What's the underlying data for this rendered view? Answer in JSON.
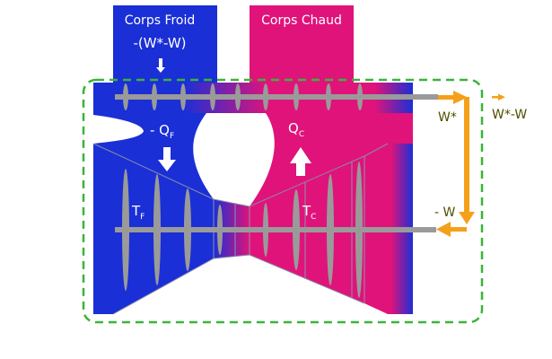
{
  "reservoirs": {
    "cold": {
      "title": "Corps Froid",
      "work": "-(W*-W)"
    },
    "hot": {
      "title": "Corps Chaud"
    }
  },
  "heat": {
    "cold": {
      "sign": "- Q",
      "sub": "F"
    },
    "hot": {
      "sign": "Q",
      "sub": "C"
    }
  },
  "temps": {
    "cold": {
      "sym": "T",
      "sub": "F"
    },
    "hot": {
      "sym": "T",
      "sub": "C"
    }
  },
  "work": {
    "top": "W*",
    "bottom": "- W",
    "net": "W*-W"
  },
  "colors": {
    "cold": "#1a2fd6",
    "hot": "#e0137a",
    "frame": "#3bb33b",
    "arrow": "#f5a01a",
    "shaft": "#9a9a9a",
    "labelText": "#4f4f00"
  }
}
